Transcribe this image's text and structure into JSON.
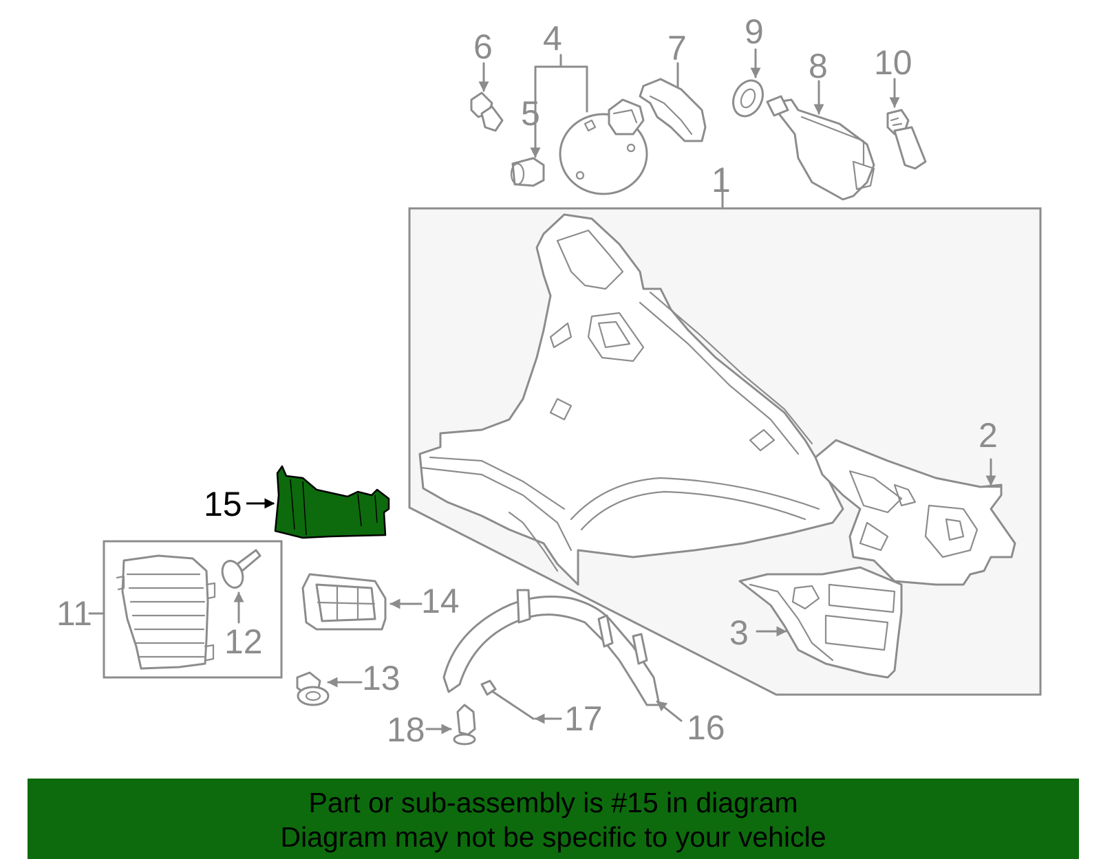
{
  "diagram": {
    "highlight_color": "#0d6b0d",
    "line_color": "#8c8c8c",
    "highlighted_part": "15",
    "callouts": [
      "1",
      "2",
      "3",
      "4",
      "5",
      "6",
      "7",
      "8",
      "9",
      "10",
      "11",
      "12",
      "13",
      "14",
      "15",
      "16",
      "17",
      "18"
    ]
  },
  "banner": {
    "background": "#0d6b0d",
    "line1": "Part or sub-assembly is #15 in diagram",
    "line2": "Diagram may not be specific to your vehicle"
  }
}
